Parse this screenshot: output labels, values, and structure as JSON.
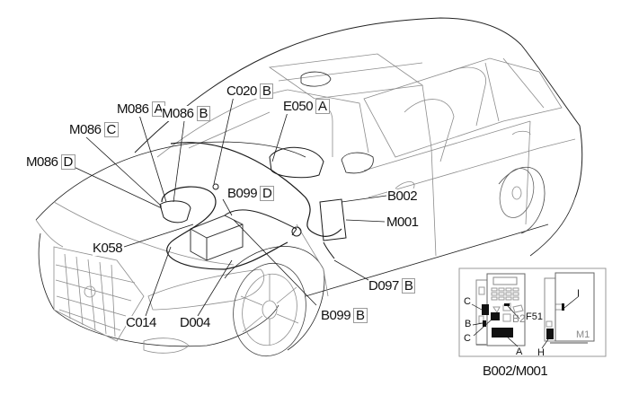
{
  "diagram": {
    "type": "component-location",
    "subject": "vehicle wiring harness / component locator",
    "callouts": [
      {
        "id": "m086a",
        "code": "M086",
        "connector": "A"
      },
      {
        "id": "m086b",
        "code": "M086",
        "connector": "B"
      },
      {
        "id": "m086c",
        "code": "M086",
        "connector": "C"
      },
      {
        "id": "m086d",
        "code": "M086",
        "connector": "D"
      },
      {
        "id": "c020b",
        "code": "C020",
        "connector": "B"
      },
      {
        "id": "e050a",
        "code": "E050",
        "connector": "A"
      },
      {
        "id": "b002",
        "code": "B002",
        "connector": null
      },
      {
        "id": "m001",
        "code": "M001",
        "connector": null
      },
      {
        "id": "b099d",
        "code": "B099",
        "connector": "D"
      },
      {
        "id": "k058",
        "code": "K058",
        "connector": null
      },
      {
        "id": "c014",
        "code": "C014",
        "connector": null
      },
      {
        "id": "d004",
        "code": "D004",
        "connector": null
      },
      {
        "id": "b099b",
        "code": "B099",
        "connector": "B"
      },
      {
        "id": "d097b",
        "code": "D097",
        "connector": "B"
      }
    ],
    "inset": {
      "title": "B002/M001",
      "labels": {
        "c_upper": "C",
        "b": "B",
        "c_lower": "C",
        "f51": "F51",
        "b2": "B2",
        "a": "A",
        "h": "H",
        "i": "I",
        "m1": "M1"
      }
    }
  },
  "colors": {
    "line_dark": "#1a1a1a",
    "line_light": "#8c8c8c",
    "box_border": "#9a9a9a",
    "fill_black": "#111111"
  }
}
